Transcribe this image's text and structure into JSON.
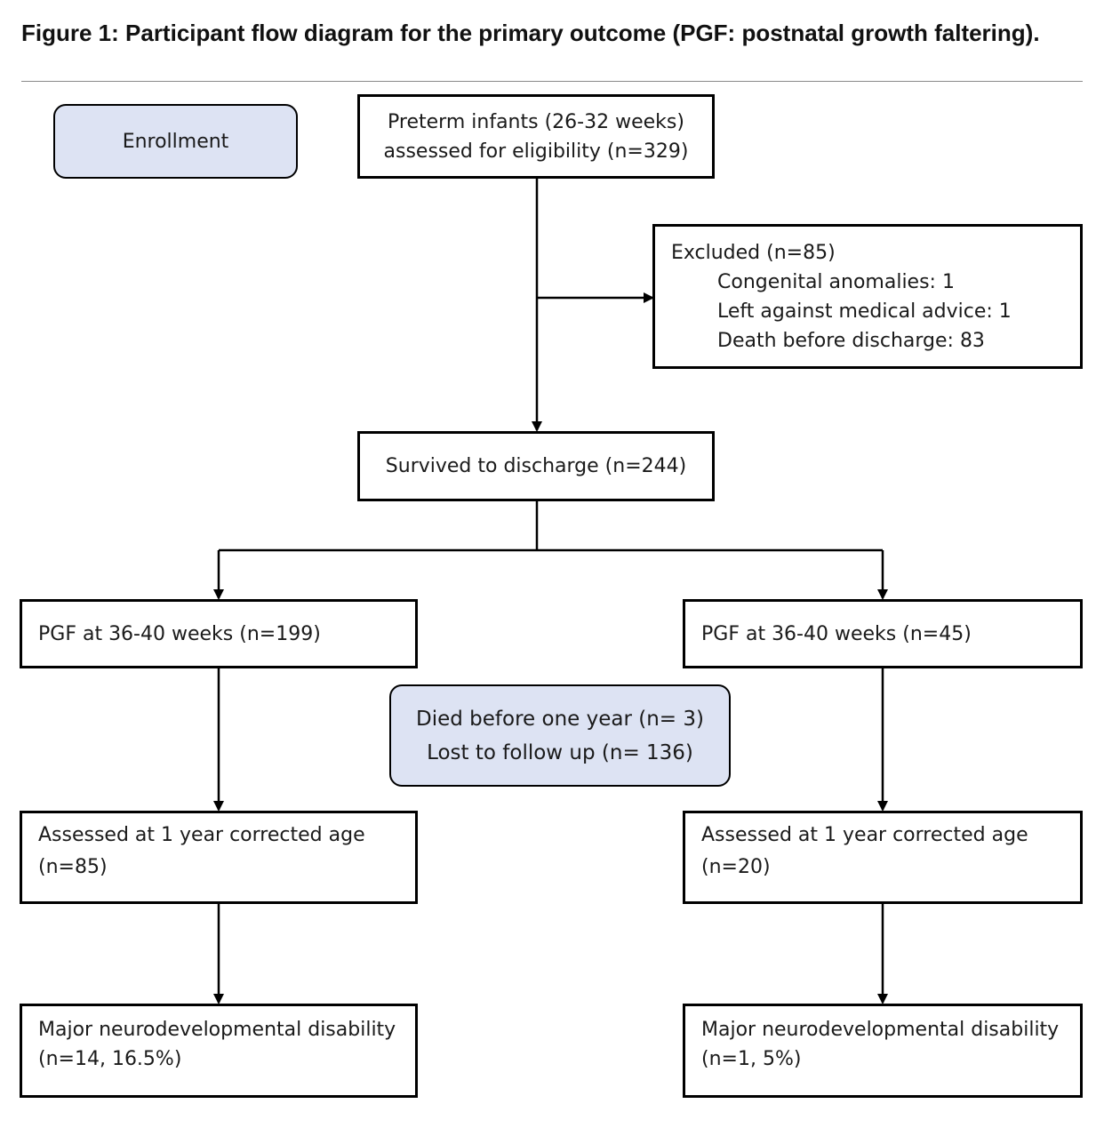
{
  "figure": {
    "title": "Figure 1: Participant flow diagram for the primary outcome (PGF: postnatal growth faltering)."
  },
  "stage_label": {
    "enrollment": "Enrollment"
  },
  "boxes": {
    "assessed": {
      "line1": "Preterm infants (26-32 weeks)",
      "line2": "assessed for eligibility (n=329)"
    },
    "excluded": {
      "heading": "Excluded (n=85)",
      "reasons": [
        "Congenital anomalies: 1",
        "Left against medical advice: 1",
        "Death before discharge: 83"
      ]
    },
    "survived": {
      "text": "Survived to discharge (n=244)"
    },
    "pgf_left": {
      "text": "PGF at 36-40 weeks (n=199)"
    },
    "pgf_right": {
      "text": "PGF at 36-40 weeks (n=45)"
    },
    "attrition": {
      "line1": "Died before one year (n= 3)",
      "line2": "Lost to follow up (n= 136)"
    },
    "followup_left": {
      "line1": "Assessed at 1 year corrected age",
      "line2": "(n=85)"
    },
    "followup_right": {
      "line1": "Assessed at 1 year corrected age",
      "line2": "(n=20)"
    },
    "outcome_left": {
      "line1": "Major neurodevelopmental disability",
      "line2": "(n=14, 16.5%)"
    },
    "outcome_right": {
      "line1": "Major neurodevelopmental disability",
      "line2": "(n=1, 5%)"
    }
  },
  "colors": {
    "stage_fill": "#dde3f3",
    "border": "#000000"
  }
}
